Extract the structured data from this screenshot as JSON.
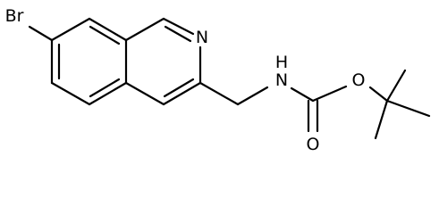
{
  "molecule": {
    "atom_labels": {
      "bromine": "Br",
      "ring_nitrogen": "N",
      "amide_nitrogen": "N",
      "amide_hydrogen": "H",
      "ester_oxygen": "O",
      "carbonyl_oxygen": "O"
    },
    "colors": {
      "bond": "#000000",
      "label": "#000000",
      "background": "#ffffff"
    }
  }
}
